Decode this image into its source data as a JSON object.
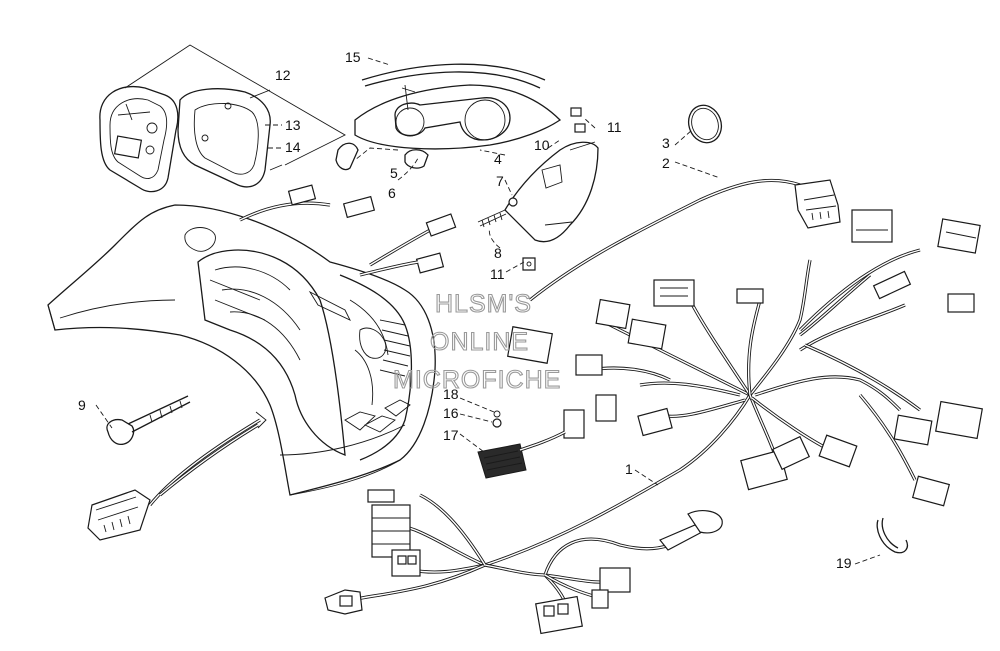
{
  "watermark": {
    "line1": "HLSM'S",
    "line2": "ONLINE",
    "line3": "MICROFICHE"
  },
  "callouts": {
    "c1": "1",
    "c2": "2",
    "c3": "3",
    "c4": "4",
    "c5": "5",
    "c6": "6",
    "c7": "7",
    "c8": "8",
    "c9": "9",
    "c10": "10",
    "c11a": "11",
    "c11b": "11",
    "c12": "12",
    "c13": "13",
    "c14": "14",
    "c15": "15",
    "c16": "16",
    "c17": "17",
    "c18": "18",
    "c19": "19"
  }
}
